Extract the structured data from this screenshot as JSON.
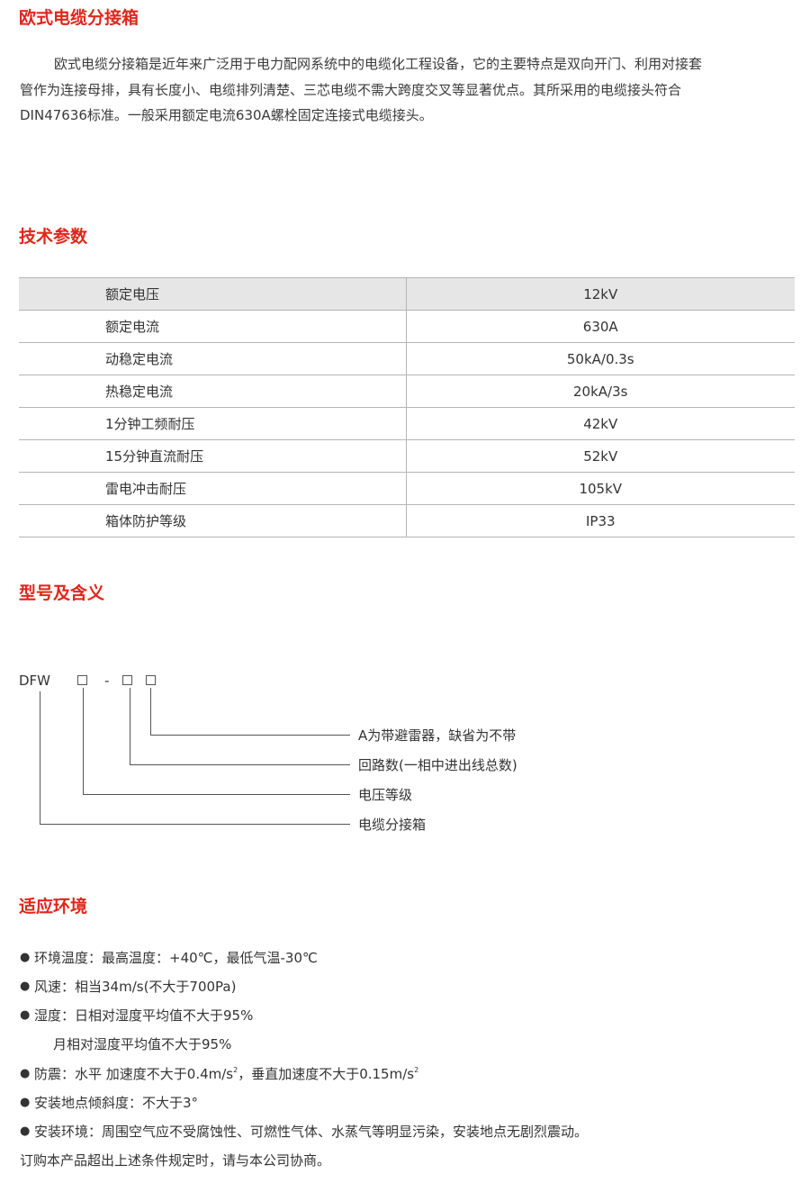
{
  "section1": {
    "title": "欧式电缆分接箱",
    "lines": [
      "欧式电缆分接箱是近年来广泛用于电力配网系统中的电缆化工程设备，它的主要特点是双向开门、利用对接套",
      "管作为连接母排，具有长度小、电缆排列清楚、三芯电缆不需大跨度交叉等显著优点。其所采用的电缆接头符合",
      "DIN47636标准。一般采用额定电流630A螺栓固定连接式电缆接头。"
    ]
  },
  "section2": {
    "title": "技术参数",
    "rows": [
      {
        "name": "额定电压",
        "value": "12kV"
      },
      {
        "name": "额定电流",
        "value": "630A"
      },
      {
        "name": "动稳定电流",
        "value": "50kA/0.3s"
      },
      {
        "name": "热稳定电流",
        "value": "20kA/3s"
      },
      {
        "name": "1分钟工频耐压",
        "value": "42kV"
      },
      {
        "name": "15分钟直流耐压",
        "value": "52kV"
      },
      {
        "name": "雷电冲击耐压",
        "value": "105kV"
      },
      {
        "name": "箱体防护等级",
        "value": "IP33"
      }
    ]
  },
  "section3": {
    "title": "型号及含义",
    "code_prefix": "DFW",
    "code_dash": "-",
    "descriptions": [
      "A为带避雷器，缺省为不带",
      "回路数(一相中进出线总数)",
      "电压等级",
      "电缆分接箱"
    ]
  },
  "section4": {
    "title": "适应环境",
    "items": {
      "temperature": "环境温度：最高温度：+40℃，最低气温-30℃",
      "wind": "风速：相当34m/s(不大于700Pa)",
      "humidity_day": "湿度：日相对湿度平均值不大于95%",
      "humidity_month": "月相对湿度平均值不大于95%",
      "quake_a": "防震：水平 加速度不大于0.4m/s",
      "quake_sup1": "2",
      "quake_b": "，垂直加速度不大于0.15m/s",
      "quake_sup2": "2",
      "slope": "安装地点倾斜度：不大于3°",
      "install": "安装环境：周围空气应不受腐蚀性、可燃性气体、水蒸气等明显污染，安装地点无剧烈震动。"
    },
    "bullet": "●",
    "note": "订购本产品超出上述条件规定时，请与本公司协商。"
  }
}
